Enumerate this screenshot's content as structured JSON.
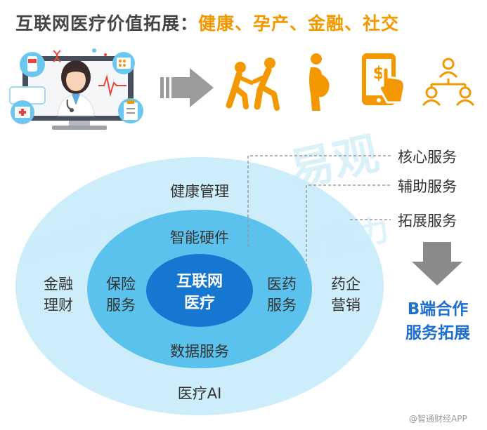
{
  "title": {
    "prefix": "互联网医疗价值拓展：",
    "highlight": "健康、孕产、金融、社交"
  },
  "icons": {
    "doctor_screen": "telemedicine-doctor-icon",
    "arrow": "right-arrow-icon",
    "health": "exercise-assist-icon",
    "pregnancy": "pregnancy-icon",
    "finance": "mobile-payment-icon",
    "social": "social-network-icon",
    "down_arrow": "down-arrow-icon"
  },
  "diagram": {
    "core": [
      "互联网",
      "医疗"
    ],
    "inner_ring": {
      "top": "智能硬件",
      "left": [
        "保险",
        "服务"
      ],
      "right": [
        "医药",
        "服务"
      ],
      "bottom": "数据服务"
    },
    "outer_ring": {
      "top": "健康管理",
      "left": [
        "金融",
        "理财"
      ],
      "right": [
        "药企",
        "营销"
      ],
      "bottom": "医疗AI"
    }
  },
  "legend": {
    "core_service": "核心服务",
    "auxiliary_service": "辅助服务",
    "extended_service": "拓展服务"
  },
  "conclusion": [
    "B端合作",
    "服务拓展"
  ],
  "watermark": {
    "brand_cn": "易观",
    "brand_en": "analysys",
    "sub": "数据能力"
  },
  "credit": "@智通财经APP",
  "colors": {
    "accent": "#F39800",
    "title_gray": "#444444",
    "outer_ring": "#C9ECFA",
    "middle_ring": "#5BC2EE",
    "core": "#1577CF",
    "conclusion": "#1E6FD0",
    "arrow_gray": "#8A8A8A"
  }
}
